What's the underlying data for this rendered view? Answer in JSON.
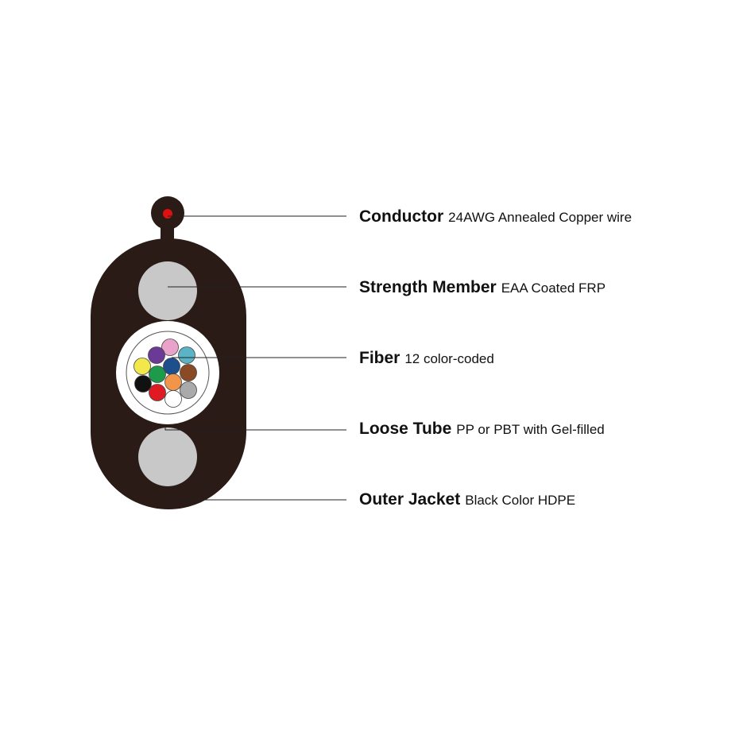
{
  "colors": {
    "jacket": "#2a1b16",
    "strength_member": "#c8c8c8",
    "conductor": "#e01010",
    "tube": "#ffffff",
    "leader_line": "#222222"
  },
  "fiber_colors": [
    "#e9a2c9",
    "#6a3a96",
    "#5bb4c6",
    "#f2e84a",
    "#1d9a4a",
    "#1d4f8c",
    "#8a4a26",
    "#111111",
    "#f0954a",
    "#aaaaaa",
    "#e01a22",
    "#ffffff"
  ],
  "callouts": [
    {
      "name": "Conductor",
      "desc": "24AWG Annealed Copper wire"
    },
    {
      "name": "Strength Member",
      "desc": "EAA Coated FRP"
    },
    {
      "name": "Fiber",
      "desc": "12 color-coded"
    },
    {
      "name": "Loose Tube",
      "desc": "PP or PBT with Gel-filled"
    },
    {
      "name": "Outer Jacket",
      "desc": "Black Color HDPE"
    }
  ]
}
